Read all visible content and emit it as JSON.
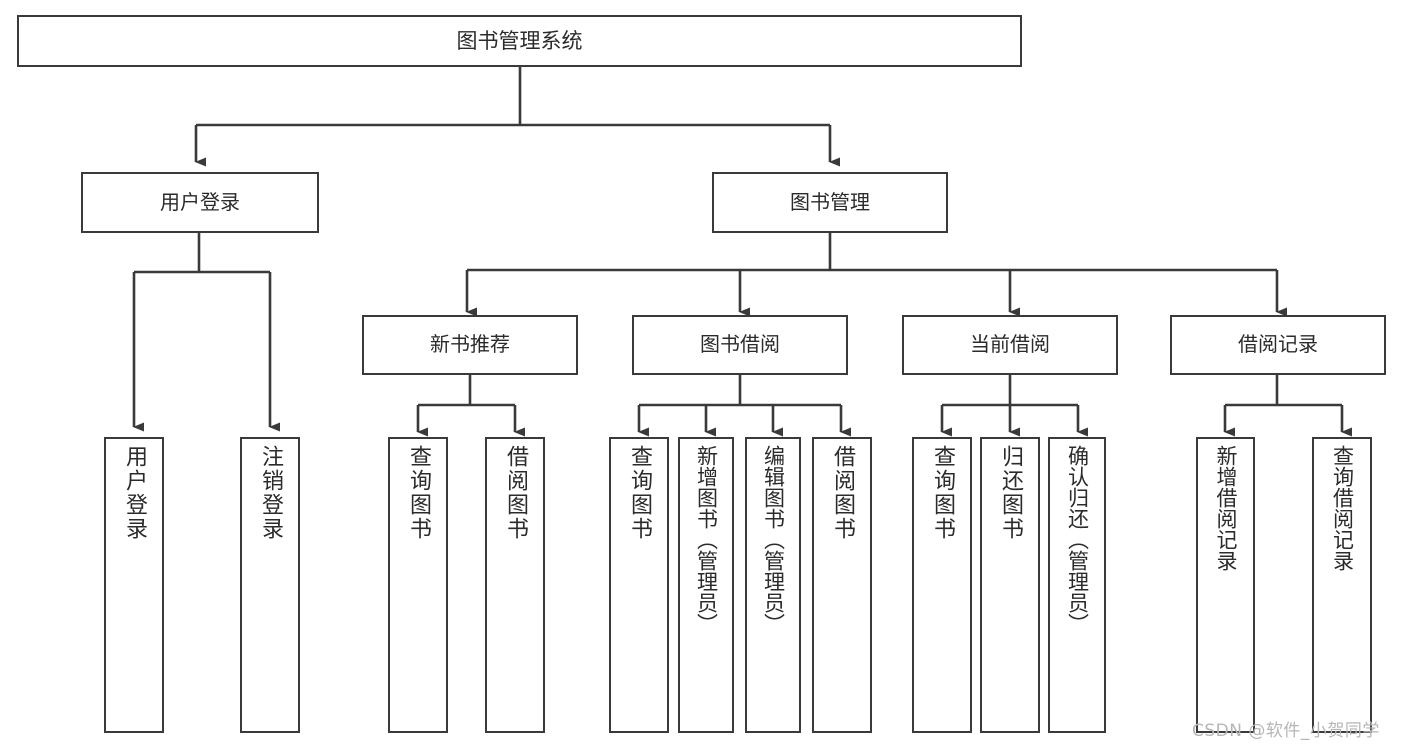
{
  "diagram": {
    "title": "图书管理系统",
    "type": "功能结构图",
    "line_color": "#3a3a3a",
    "text_color": "#2b2b2b",
    "box_fill": "#ffffff",
    "watermark_color": "#b6b6b6"
  },
  "watermark": {
    "text": "CSDN @软件_小贺同学"
  },
  "nodes": {
    "root": {
      "label": "图书管理系统"
    },
    "level1": [
      {
        "label": "用户登录"
      },
      {
        "label": "图书管理"
      }
    ],
    "level2": [
      {
        "label": "新书推荐"
      },
      {
        "label": "图书借阅"
      },
      {
        "label": "当前借阅"
      },
      {
        "label": "借阅记录"
      }
    ],
    "leaves": [
      {
        "label": "用户登录"
      },
      {
        "label": "注销登录"
      },
      {
        "label": "查询图书"
      },
      {
        "label": "借阅图书"
      },
      {
        "label": "查询图书"
      },
      {
        "label": "新增图书（管理员）"
      },
      {
        "label": "编辑图书（管理员）"
      },
      {
        "label": "借阅图书"
      },
      {
        "label": "查询图书"
      },
      {
        "label": "归还图书"
      },
      {
        "label": "确认归还（管理员）"
      },
      {
        "label": "新增借阅记录"
      },
      {
        "label": "查询借阅记录"
      }
    ]
  },
  "chart_data": {
    "type": "diagram",
    "diagram_kind": "tree / functional-decomposition",
    "title": "图书管理系统",
    "orientation": "top-down",
    "edge_style": "orthogonal-with-arrowheads",
    "tree": {
      "name": "图书管理系统",
      "children": [
        {
          "name": "用户登录",
          "children": [
            {
              "name": "用户登录",
              "children": []
            },
            {
              "name": "注销登录",
              "children": []
            }
          ]
        },
        {
          "name": "图书管理",
          "children": [
            {
              "name": "新书推荐",
              "children": [
                {
                  "name": "查询图书",
                  "children": []
                },
                {
                  "name": "借阅图书",
                  "children": []
                }
              ]
            },
            {
              "name": "图书借阅",
              "children": [
                {
                  "name": "查询图书",
                  "children": []
                },
                {
                  "name": "新增图书（管理员）",
                  "children": []
                },
                {
                  "name": "编辑图书（管理员）",
                  "children": []
                },
                {
                  "name": "借阅图书",
                  "children": []
                }
              ]
            },
            {
              "name": "当前借阅",
              "children": [
                {
                  "name": "查询图书",
                  "children": []
                },
                {
                  "name": "归还图书",
                  "children": []
                },
                {
                  "name": "确认归还（管理员）",
                  "children": []
                }
              ]
            },
            {
              "name": "借阅记录",
              "children": [
                {
                  "name": "新增借阅记录",
                  "children": []
                },
                {
                  "name": "查询借阅记录",
                  "children": []
                }
              ]
            }
          ]
        }
      ]
    },
    "node_count": 20,
    "depth": 4
  }
}
